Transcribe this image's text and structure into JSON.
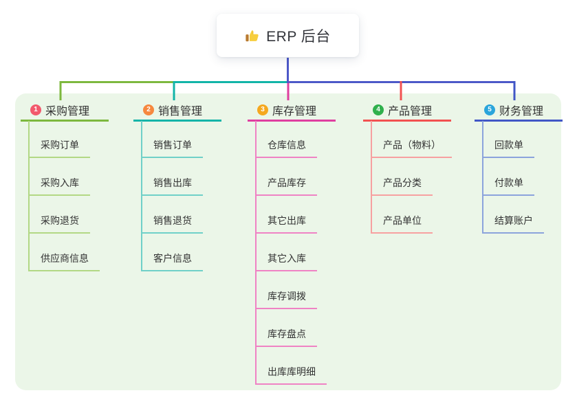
{
  "root": {
    "label": "ERP 后台",
    "icon": "thumbs-up-icon",
    "trunk_color": "#4c58c8"
  },
  "panel": {
    "background": "#ebf6e8"
  },
  "branches": [
    {
      "index": "1",
      "label": "采购管理",
      "badge_color": "#f2596c",
      "line_color": "#7db83e",
      "child_line_color": "#b2d884",
      "items": [
        "采购订单",
        "采购入库",
        "采购退货",
        "供应商信息"
      ]
    },
    {
      "index": "2",
      "label": "销售管理",
      "badge_color": "#f6883f",
      "line_color": "#12b4a8",
      "child_line_color": "#6fd0c8",
      "items": [
        "销售订单",
        "销售出库",
        "销售退货",
        "客户信息"
      ]
    },
    {
      "index": "3",
      "label": "库存管理",
      "badge_color": "#f5a81f",
      "line_color": "#df3fa0",
      "child_line_color": "#ef82c4",
      "items": [
        "仓库信息",
        "产品库存",
        "其它出库",
        "其它入库",
        "库存调拨",
        "库存盘点",
        "出库库明细"
      ]
    },
    {
      "index": "4",
      "label": "产品管理",
      "badge_color": "#2fb04c",
      "line_color": "#f25151",
      "child_line_color": "#f7a0a0",
      "items": [
        "产品（物料）",
        "产品分类",
        "产品单位"
      ]
    },
    {
      "index": "5",
      "label": "财务管理",
      "badge_color": "#2aa5db",
      "line_color": "#4156c6",
      "child_line_color": "#8ba3dc",
      "items": [
        "回款单",
        "付款单",
        "结算账户"
      ]
    }
  ]
}
